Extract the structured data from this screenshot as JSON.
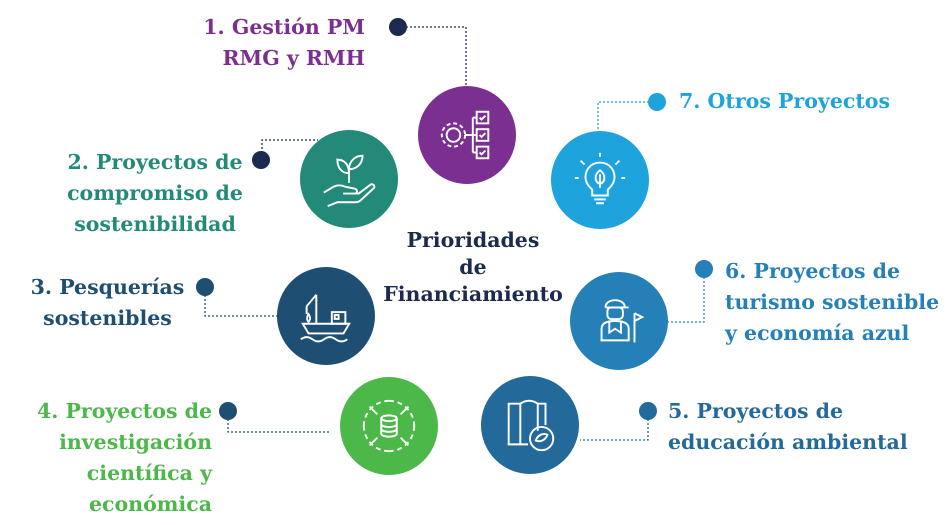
{
  "center_title": [
    "Prioridades",
    "de",
    "Financiamiento"
  ],
  "priorities": [
    {
      "id": 1,
      "lines": [
        "1. Gestión PM",
        "RMG y RMH"
      ],
      "color": "#7b2f91",
      "icon": "gear-checklist-icon"
    },
    {
      "id": 2,
      "lines": [
        "2. Proyectos de",
        "compromiso de",
        "sostenibilidad"
      ],
      "color": "#238a7a",
      "icon": "hand-plant-icon"
    },
    {
      "id": 3,
      "lines": [
        "3. Pesquerías",
        "sostenibles"
      ],
      "color": "#1e4f72",
      "icon": "fishing-boat-icon"
    },
    {
      "id": 4,
      "lines": [
        "4. Proyectos de",
        "investigación",
        "científica y",
        "económica"
      ],
      "color": "#4cb84a",
      "icon": "database-network-icon"
    },
    {
      "id": 5,
      "lines": [
        "5. Proyectos de",
        "educación ambiental"
      ],
      "color": "#236a9a",
      "icon": "book-leaf-icon"
    },
    {
      "id": 6,
      "lines": [
        "6. Proyectos de",
        "turismo sostenible",
        "y economía azul"
      ],
      "color": "#2680b8",
      "icon": "tourist-guide-icon"
    },
    {
      "id": 7,
      "lines": [
        "7. Otros Proyectos"
      ],
      "color": "#1ea3dc",
      "icon": "lightbulb-leaf-icon"
    }
  ]
}
